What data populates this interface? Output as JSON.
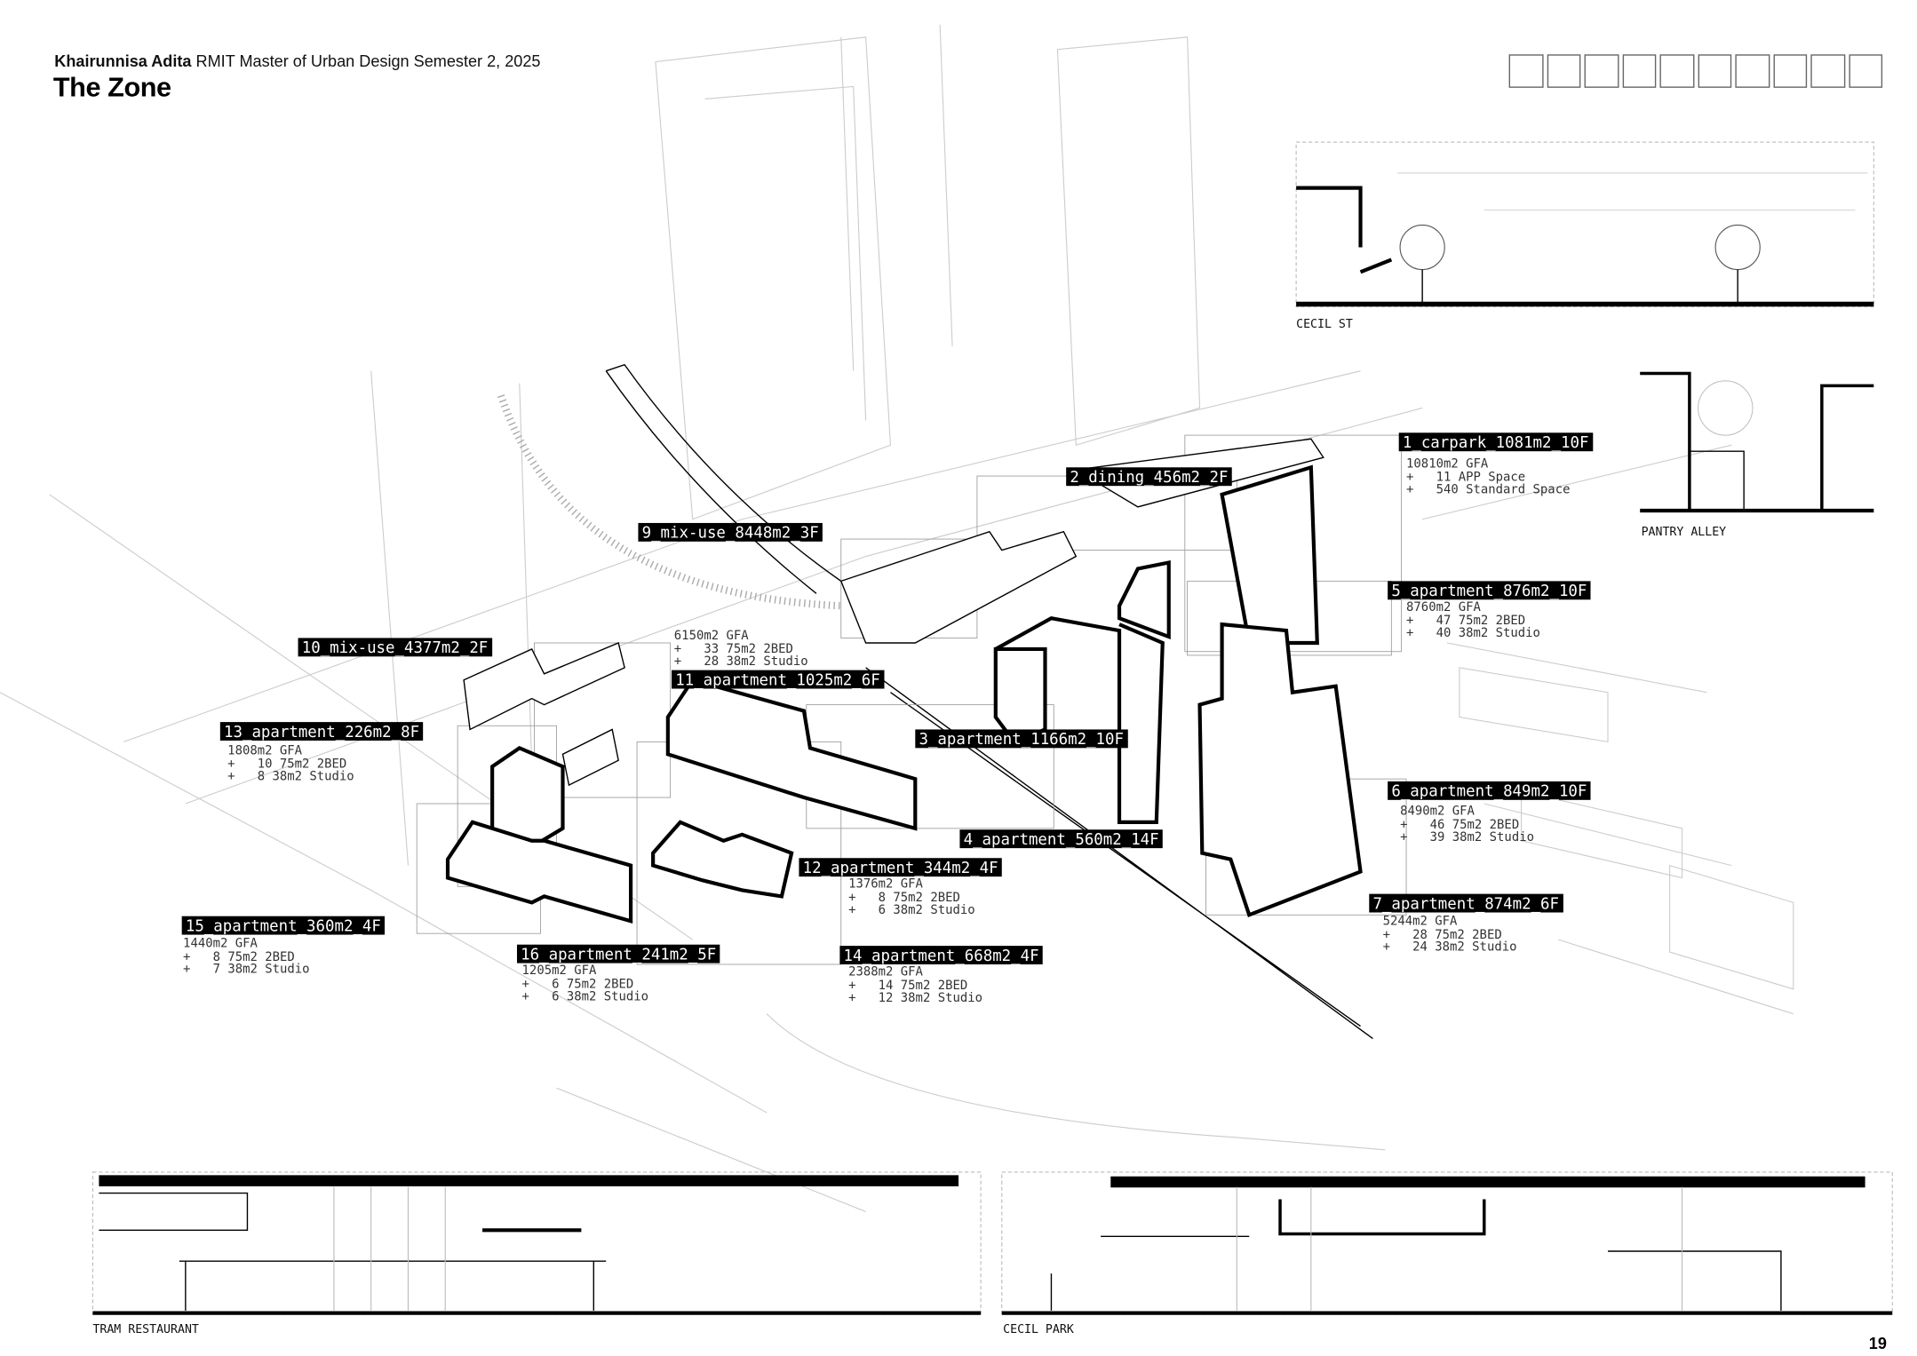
{
  "header": {
    "author": "Khairunnisa Adita",
    "course": "RMIT Master of Urban Design Semester 2, 2025",
    "title": "The Zone"
  },
  "page_number": "19",
  "sections": {
    "cecil_st": "CECIL ST",
    "pantry_alley": "PANTRY ALLEY",
    "tram_restaurant": "TRAM RESTAURANT",
    "cecil_park": "CECIL PARK"
  },
  "buildings": [
    {
      "label": "1_carpark_1081m2_10F",
      "info": "10810m2 GFA\n+   11 APP Space\n+   540 Standard Space"
    },
    {
      "label": "2_dining_456m2_2F",
      "info": ""
    },
    {
      "label": "3_apartment_1166m2_10F",
      "info": ""
    },
    {
      "label": "4_apartment_560m2_14F",
      "info": ""
    },
    {
      "label": "5_apartment_876m2_10F",
      "info": "8760m2 GFA\n+   47 75m2 2BED\n+   40 38m2 Studio"
    },
    {
      "label": "6_apartment_849m2_10F",
      "info": "8490m2 GFA\n+   46 75m2 2BED\n+   39 38m2 Studio"
    },
    {
      "label": "7_apartment_874m2_6F",
      "info": "5244m2 GFA\n+   28 75m2 2BED\n+   24 38m2 Studio"
    },
    {
      "label": "9_mix-use_8448m2_3F",
      "info": ""
    },
    {
      "label": "10_mix-use_4377m2_2F",
      "info": ""
    },
    {
      "label": "11_apartment_1025m2_6F",
      "info": "6150m2 GFA\n+   33 75m2 2BED\n+   28 38m2 Studio"
    },
    {
      "label": "12_apartment_344m2_4F",
      "info": "1376m2 GFA\n+   8 75m2 2BED\n+   6 38m2 Studio"
    },
    {
      "label": "13_apartment_226m2_8F",
      "info": "1808m2 GFA\n+   10 75m2 2BED\n+   8 38m2 Studio"
    },
    {
      "label": "14_apartment_668m2_4F",
      "info": "2388m2 GFA\n+   14 75m2 2BED\n+   12 38m2 Studio"
    },
    {
      "label": "15_apartment_360m2_4F",
      "info": "1440m2 GFA\n+   8 75m2 2BED\n+   7 38m2 Studio"
    },
    {
      "label": "16_apartment_241m2_5F",
      "info": "1205m2 GFA\n+   6 75m2 2BED\n+   6 38m2 Studio"
    }
  ]
}
